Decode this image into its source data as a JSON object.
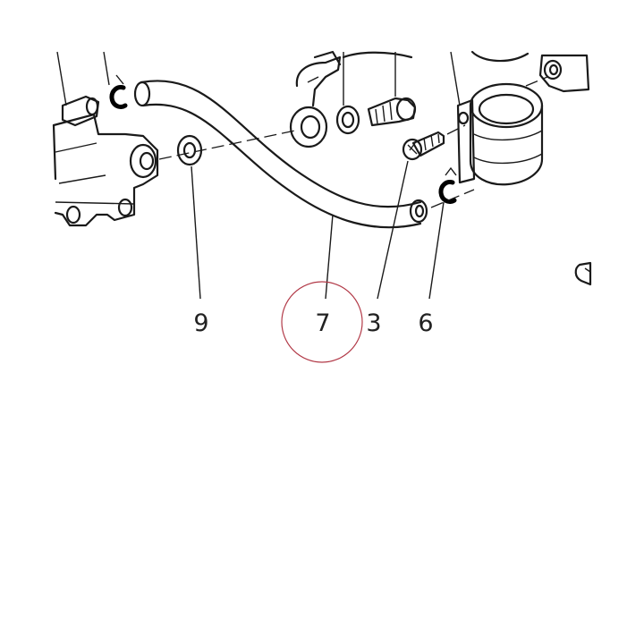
{
  "diagram": {
    "callouts": [
      {
        "id": "9",
        "label": "9"
      },
      {
        "id": "7",
        "label": "7"
      },
      {
        "id": "3",
        "label": "3"
      },
      {
        "id": "6",
        "label": "6"
      }
    ],
    "highlight": {
      "target": "7",
      "color": "#b23a48"
    },
    "line_color": "#1a1a1a"
  }
}
